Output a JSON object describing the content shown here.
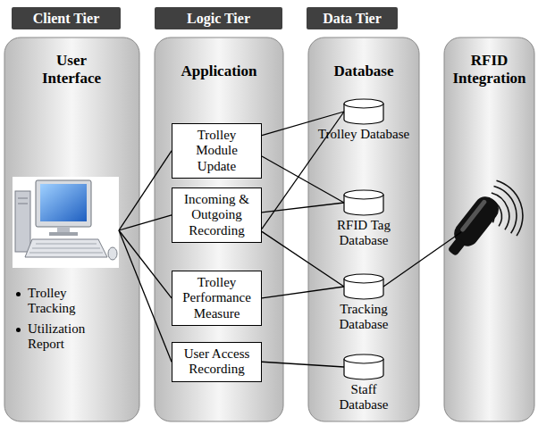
{
  "diagram": {
    "nodes": [
      {
        "text": [
          "Client Tier",
          "User Interface",
          "Trolley Tracking",
          "Utilization Report"
        ]
      },
      {
        "text": [
          "Logic Tier",
          "Application"
        ]
      },
      {
        "text": [
          "Data Tier",
          "Database"
        ]
      },
      {
        "text": [
          "RFID Integration"
        ]
      },
      {
        "text": [
          "Trolley Module Update"
        ],
        "in": 1
      },
      {
        "text": [
          "Incoming & Outgoing Recording"
        ],
        "in": 1
      },
      {
        "text": [
          "Trolley Performance Measure"
        ],
        "in": 1
      },
      {
        "text": [
          "User Access Recording"
        ],
        "in": 1
      },
      {
        "text": [
          "Trolley Database"
        ],
        "in": 2
      },
      {
        "text": [
          "RFID Tag Database"
        ],
        "in": 2
      },
      {
        "text": [
          "Tracking Database"
        ],
        "in": 2
      },
      {
        "text": [
          "Staff Database"
        ],
        "in": 2
      }
    ],
    "edges": [
      {
        "from": 0,
        "to": 4,
        "arrow": "none"
      },
      {
        "from": 0,
        "to": 5,
        "arrow": "none"
      },
      {
        "from": 0,
        "to": 6,
        "arrow": "none"
      },
      {
        "from": 0,
        "to": 7,
        "arrow": "none"
      },
      {
        "from": 4,
        "to": 8,
        "arrow": "none"
      },
      {
        "from": 4,
        "to": 9,
        "arrow": "none"
      },
      {
        "from": 5,
        "to": 8,
        "arrow": "none"
      },
      {
        "from": 5,
        "to": 9,
        "arrow": "none"
      },
      {
        "from": 5,
        "to": 10,
        "arrow": "none"
      },
      {
        "from": 6,
        "to": 10,
        "arrow": "none"
      },
      {
        "from": 7,
        "to": 11,
        "arrow": "none"
      },
      {
        "from": 10,
        "to": 3,
        "arrow": "none"
      }
    ]
  }
}
